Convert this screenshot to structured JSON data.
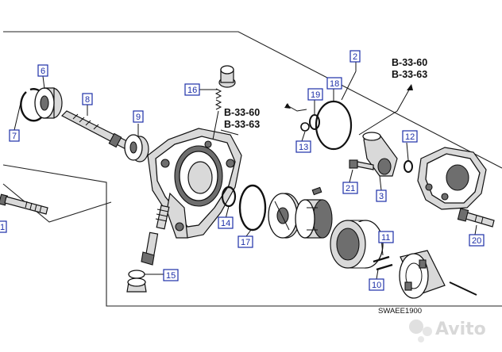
{
  "diagram": {
    "callouts": [
      "1",
      "2",
      "3",
      "6",
      "7",
      "8",
      "9",
      "10",
      "11",
      "12",
      "13",
      "14",
      "15",
      "16",
      "17",
      "18",
      "19",
      "20",
      "21"
    ],
    "references": {
      "left_top": "B-33-60",
      "left_bottom": "B-33-63",
      "right_top": "B-33-60",
      "right_bottom": "B-33-63"
    },
    "drawing_code": "SWAEE1900",
    "watermark": "Avito",
    "colors": {
      "callout": "#1d2fa8",
      "line": "#111111",
      "watermark": "#d8d8d8"
    }
  }
}
